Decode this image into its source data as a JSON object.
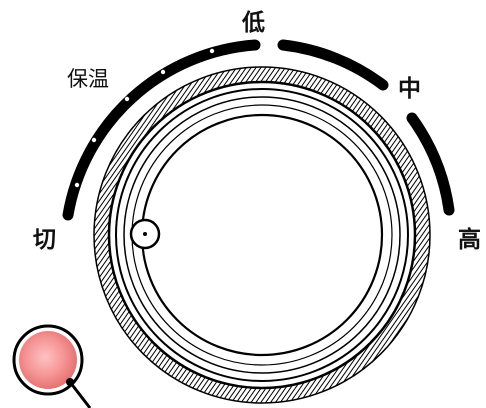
{
  "control": {
    "labels": {
      "off": "切",
      "keep_warm": "保温",
      "low": "低",
      "mid": "中",
      "high": "高"
    },
    "indicator_light": {
      "color": "#f28a8a",
      "label": ""
    }
  }
}
